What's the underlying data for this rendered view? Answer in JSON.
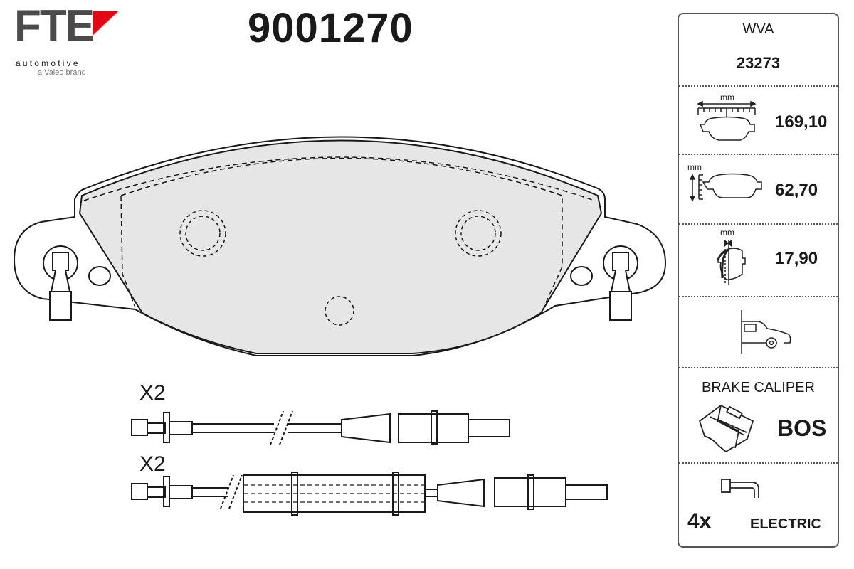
{
  "logo": {
    "brand": "FTE",
    "line1": "automotive",
    "line2": "a Valeo brand",
    "accent_color": "#e30613"
  },
  "part_number": "9001270",
  "panel": {
    "wva_label": "WVA",
    "wva_number": "23273",
    "dimensions": [
      {
        "unit": "mm",
        "kind": "width",
        "value": "169,10"
      },
      {
        "unit": "mm",
        "kind": "height",
        "value": "62,70"
      },
      {
        "unit": "mm",
        "kind": "thickness",
        "value": "17,90"
      }
    ],
    "caliper_label": "BRAKE CALIPER",
    "caliper_brand": "BOS",
    "sensor_count": "4x",
    "sensor_type": "ELECTRIC"
  },
  "sensors": [
    {
      "quantity": "X2"
    },
    {
      "quantity": "X2"
    }
  ],
  "colors": {
    "pad_fill": "#e6e6e6",
    "line": "#1a1a1a"
  }
}
